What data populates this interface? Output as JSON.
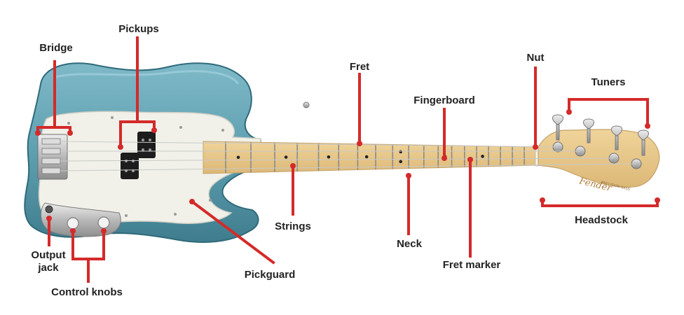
{
  "labels": {
    "bridge": "Bridge",
    "pickups": "Pickups",
    "fret": "Fret",
    "nut": "Nut",
    "tuners": "Tuners",
    "fingerboard": "Fingerboard",
    "strings": "Strings",
    "neck": "Neck",
    "headstock": "Headstock",
    "output_jack_line1": "Output",
    "output_jack_line2": "jack",
    "pickguard": "Pickguard",
    "fret_marker": "Fret marker",
    "control_knobs": "Control knobs"
  },
  "headstock_logo": "Fender",
  "headstock_model": "PRECISION BASS",
  "colors": {
    "callout": "#d42a2a",
    "body": "#5e9fb0",
    "body_edge": "#3f7d8e",
    "pickguard": "#f1f1ea",
    "fingerboard": "#e8c88a",
    "frets": "#8a8a8a",
    "markers": "#222222",
    "hardware": "#c9c9c9",
    "text": "#222222"
  }
}
